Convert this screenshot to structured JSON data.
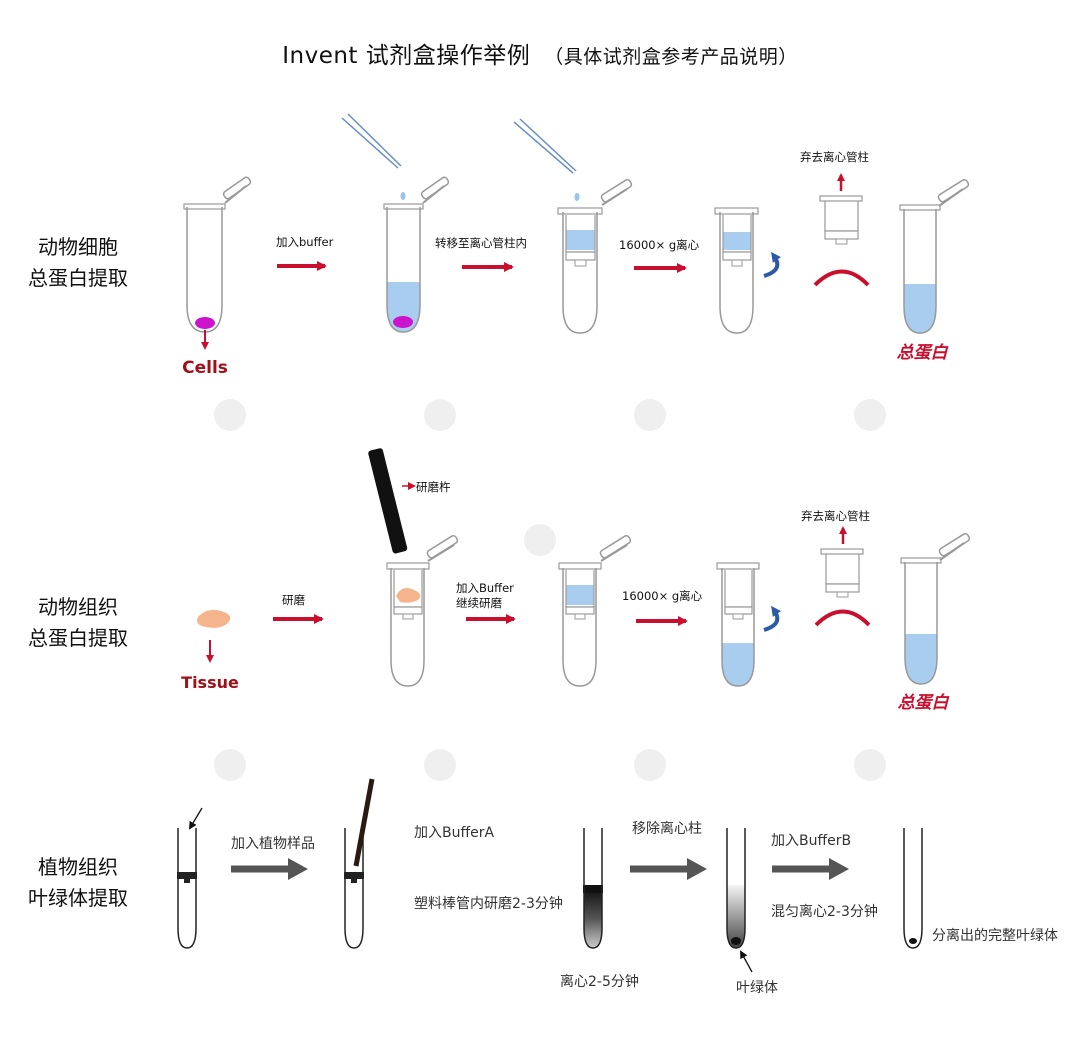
{
  "header": {
    "title": "Invent 试剂盒操作举例",
    "subtitle": "（具体试剂盒参考产品说明）"
  },
  "rows": [
    {
      "label_line1": "动物细胞",
      "label_line2": "总蛋白提取",
      "sample_label": "Cells",
      "step1": "加入buffer",
      "step2": "转移至离心管柱内",
      "step3": "16000× g离心",
      "discard": "弃去离心管柱",
      "result": "总蛋白"
    },
    {
      "label_line1": "动物组织",
      "label_line2": "总蛋白提取",
      "sample_label": "Tissue",
      "pestle_label": "研磨杵",
      "step1": "研磨",
      "step2_line1": "加入Buffer",
      "step2_line2": "继续研磨",
      "step3": "16000× g离心",
      "discard": "弃去离心管柱",
      "result": "总蛋白"
    },
    {
      "label_line1": "植物组织",
      "label_line2": "叶绿体提取",
      "step1": "加入植物样品",
      "step2_line1": "加入BufferA",
      "step2_line2": "塑料棒管内研磨2-3分钟",
      "centrifuge1": "离心2-5分钟",
      "step3": "移除离心柱",
      "chloroplast": "叶绿体",
      "step4_line1": "加入BufferB",
      "step4_line2": "混匀离心2-3分钟",
      "final": "分离出的完整叶绿体"
    }
  ],
  "colors": {
    "arrow_red": "#c8102e",
    "arrow_gray": "#555555",
    "liquid_blue": "#a9cdee",
    "pellet_magenta": "#cc14cc",
    "tissue_orange": "#f5b48c",
    "spin_blue": "#2c5aa8",
    "text_darkred": "#a0101a"
  }
}
